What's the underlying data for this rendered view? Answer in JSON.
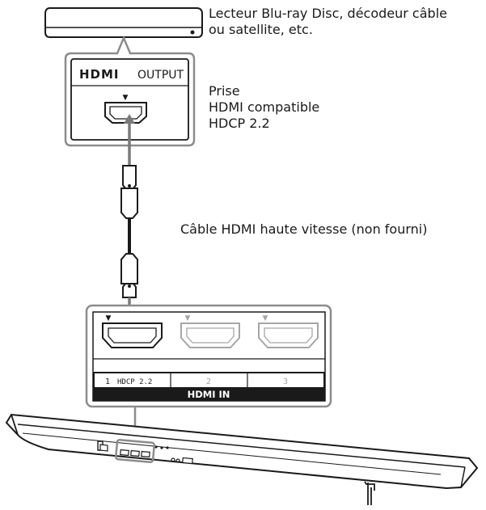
{
  "device": {
    "description_line1": "Lecteur Blu-ray Disc, décodeur câble",
    "description_line2": "ou satellite, etc."
  },
  "source_panel": {
    "logo_text": "HDMI",
    "output_label": "OUTPUT",
    "port_arrow": "▼"
  },
  "jack_note": {
    "line1": "Prise",
    "line2": "HDMI compatible",
    "line3": "HDCP 2.2"
  },
  "cable": {
    "label": "Câble HDMI haute vitesse (non fourni)"
  },
  "soundbar_panel": {
    "ports": [
      {
        "number": "1",
        "note": "HDCP 2.2",
        "active": true
      },
      {
        "number": "2",
        "note": "",
        "active": false
      },
      {
        "number": "3",
        "note": "",
        "active": false
      }
    ],
    "footer_label": "HDMI IN",
    "port_arrow": "▼"
  },
  "colors": {
    "line": "#1a1a1a",
    "gray_frame": "#8c8c8c",
    "inactive_port": "#a6a6a6",
    "cable_highlight": "#7a7a7a"
  }
}
